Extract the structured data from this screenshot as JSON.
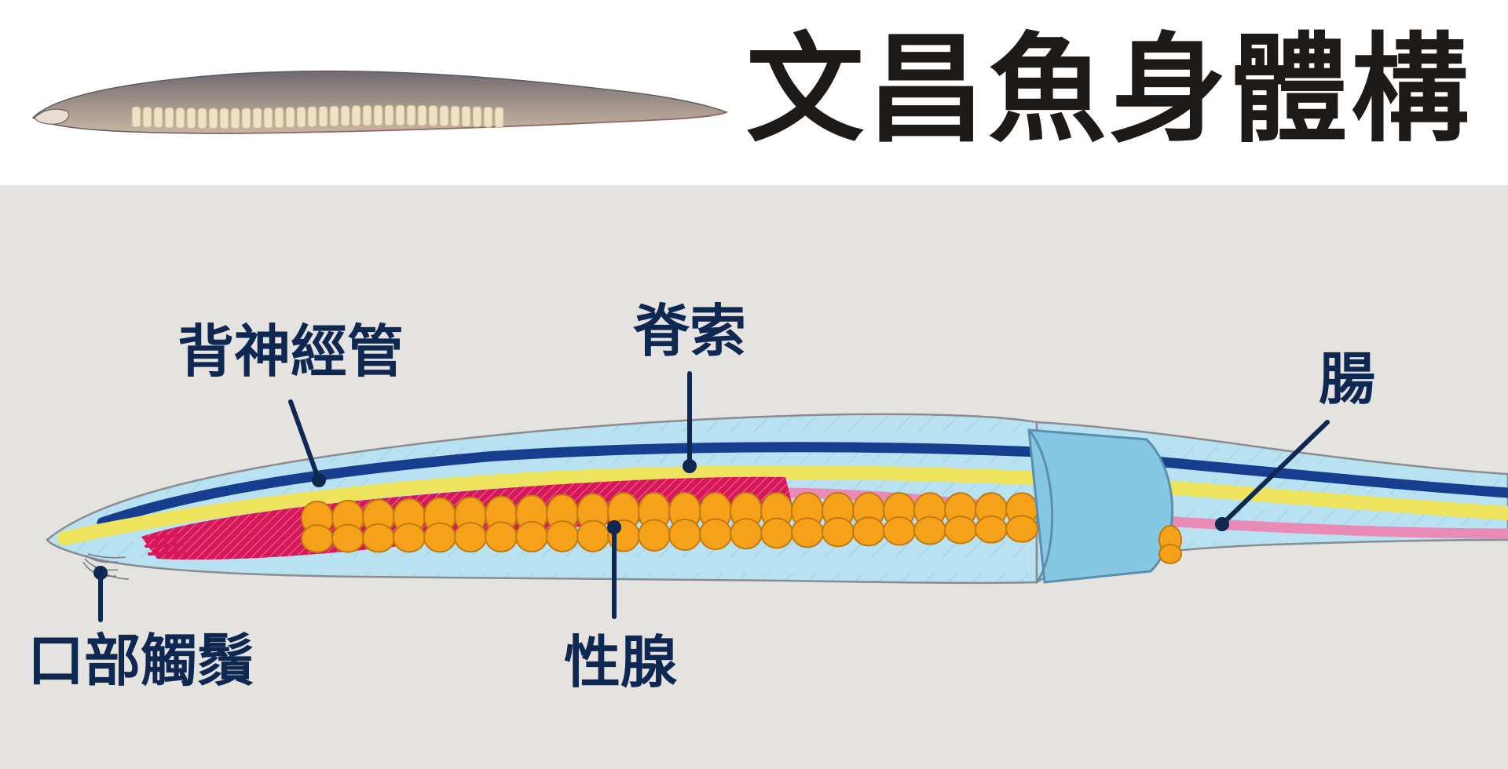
{
  "title": "文昌魚身體構",
  "labels": {
    "dorsal_nerve_cord": "背神經管",
    "notochord": "脊索",
    "intestine": "腸",
    "oral_cirri": "口部觸鬚",
    "gonad": "性腺"
  },
  "colors": {
    "diagram_background": "#e5e3e0",
    "body_fill": "#b8e1f2",
    "nerve_cord": "#173d8f",
    "notochord": "#ede35c",
    "gonad_fill": "#f5a11a",
    "gonad_tissue": "#d6185a",
    "intestine": "#ea8ab6",
    "leader_line": "#0f2852",
    "label_text": "#0f2852",
    "title_text": "#1e1a17"
  }
}
